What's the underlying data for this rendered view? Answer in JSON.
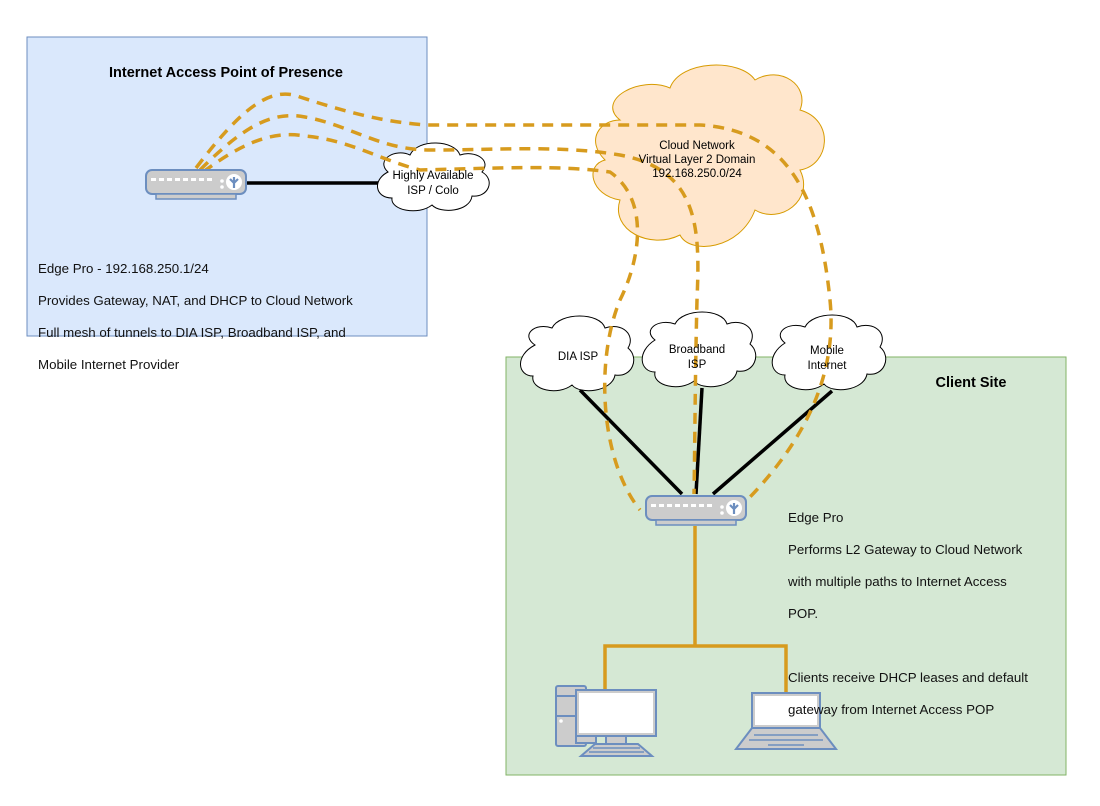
{
  "pop_box": {
    "title": "Internet Access Point of Presence",
    "fill": "#dae8fc",
    "stroke": "#6c8ebf",
    "description": [
      "Edge Pro - 192.168.250.1/24",
      "Provides Gateway, NAT, and DHCP to Cloud Network",
      "Full mesh of tunnels to DIA ISP, Broadband ISP, and",
      "Mobile Internet Provider"
    ]
  },
  "client_box": {
    "title": "Client Site",
    "fill": "#d5e8d4",
    "stroke": "#82b366",
    "description": [
      "Edge Pro",
      "Performs L2 Gateway to Cloud Network",
      "with multiple paths to Internet Access",
      "POP.",
      "",
      "Clients receive DHCP leases and default",
      "gateway from Internet Access POP"
    ]
  },
  "clouds": {
    "ha_isp": {
      "line1": "Highly Available",
      "line2": "ISP / Colo"
    },
    "cloud_network": {
      "line1": "Cloud Network",
      "line2": "Virtual Layer 2 Domain",
      "line3": "192.168.250.0/24",
      "fill": "#ffe6cc",
      "stroke": "#d79b00"
    },
    "dia_isp": {
      "line1": "DIA ISP"
    },
    "broadband_isp": {
      "line1": "Broadband",
      "line2": "ISP"
    },
    "mobile_internet": {
      "line1": "Mobile",
      "line2": "Internet"
    }
  },
  "devices": {
    "pop_router": "Edge Pro router",
    "client_router": "Edge Pro router",
    "desktop": "Desktop computer",
    "laptop": "Laptop computer"
  },
  "colors": {
    "tunnel": "#d79b1e",
    "lan_link": "#d79b1e",
    "wan_link": "#000000",
    "device_fill": "#cccccc",
    "device_stroke": "#6c8ebf"
  }
}
